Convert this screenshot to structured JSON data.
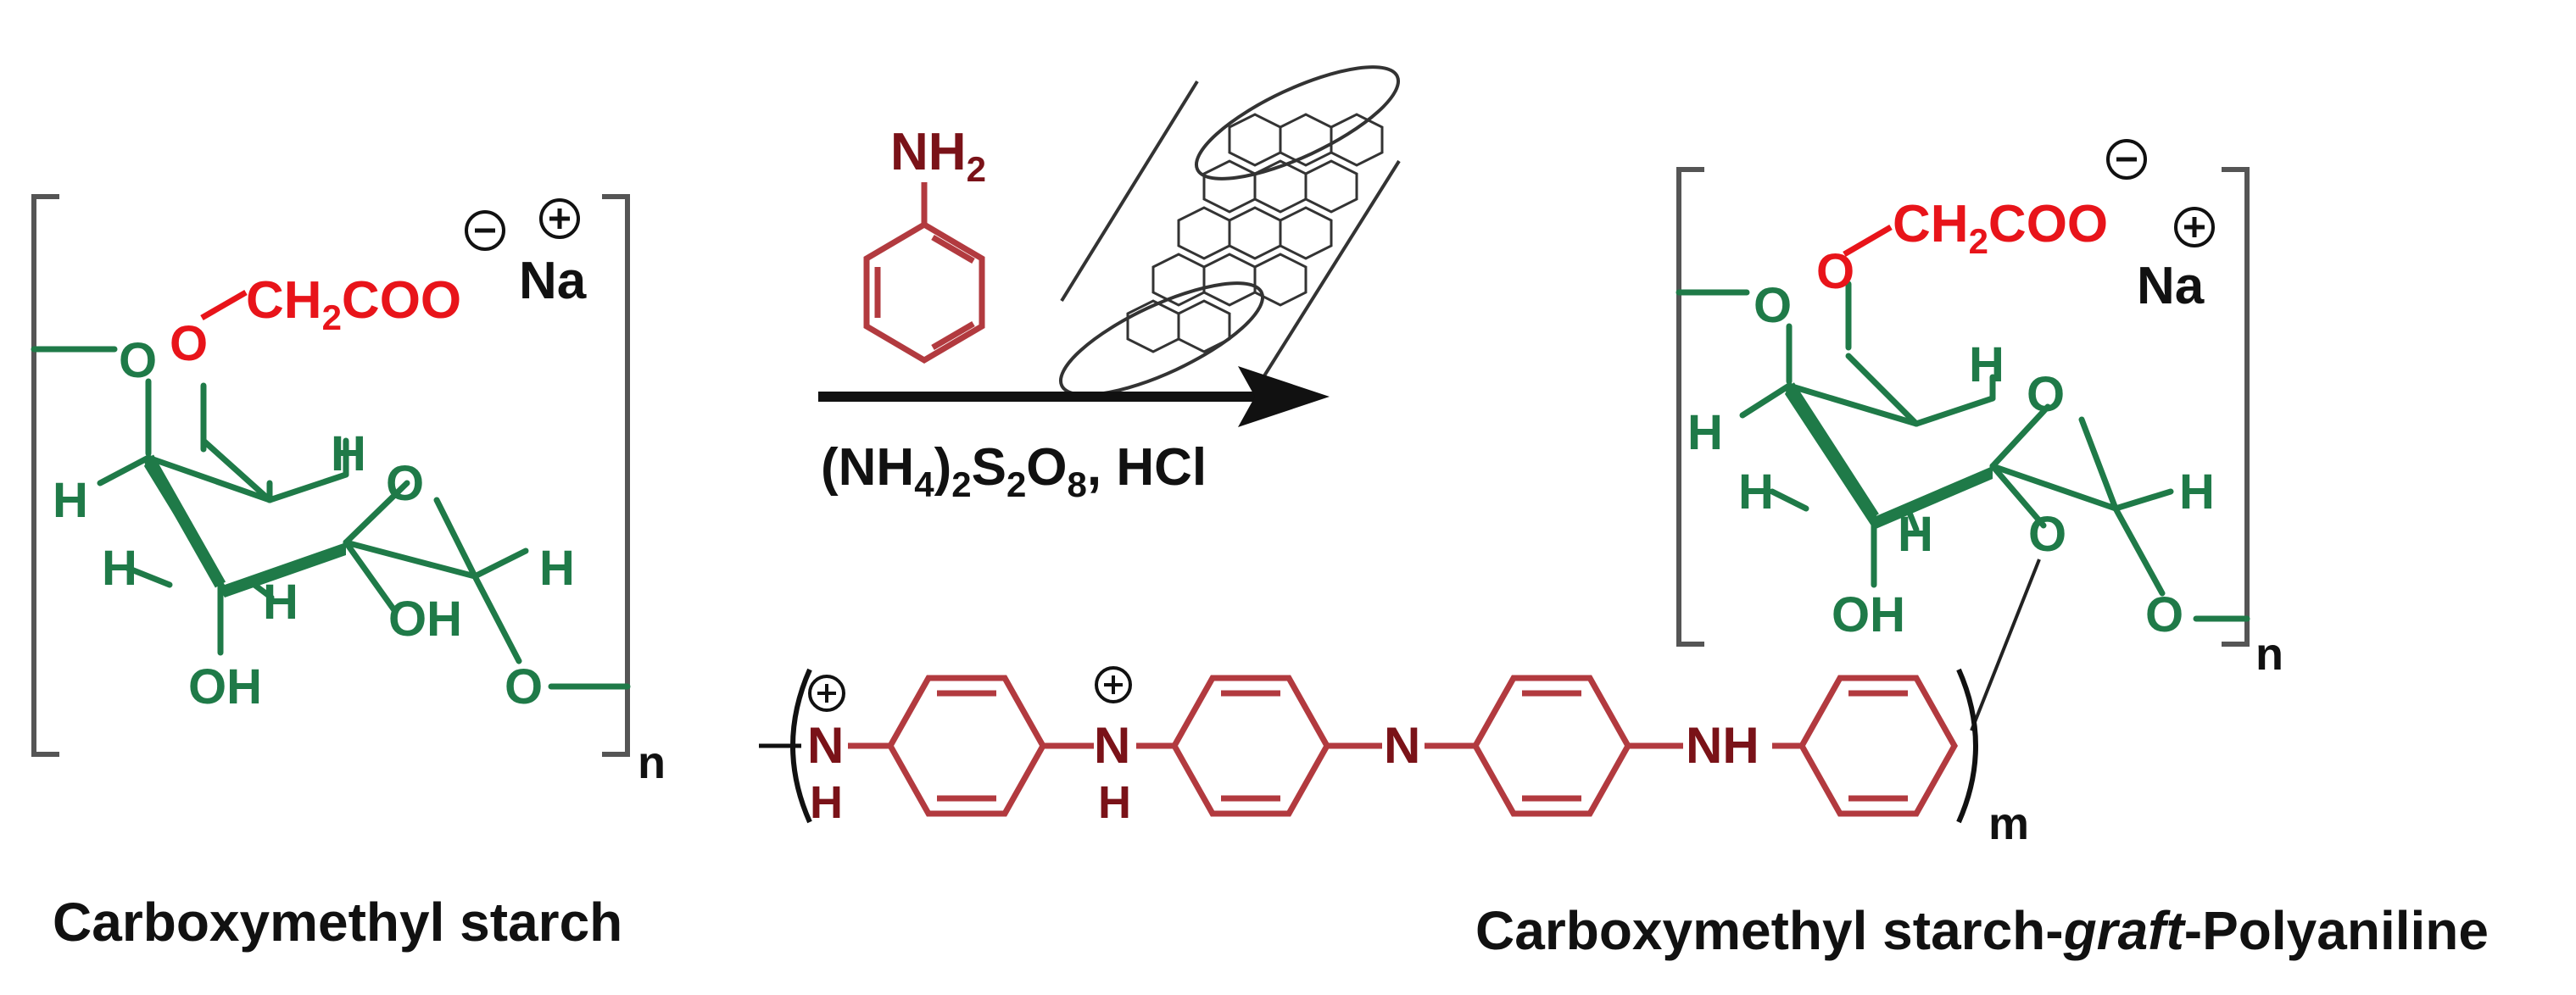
{
  "captions": {
    "left": "Carboxymethyl starch",
    "right_prefix": "Carboxymethyl starch-",
    "right_italic": "graft",
    "right_suffix": "-Polyaniline"
  },
  "reagents": {
    "amine_main": "NH",
    "amine_sub": "2",
    "conditions": {
      "p1": "(NH",
      "s1": "4",
      "p2": ")",
      "s2": "2",
      "p3": "S",
      "s3": "2",
      "p4": "O",
      "s4": "8",
      "p5": ", HCl"
    }
  },
  "starch": {
    "o": "O",
    "ch2coo_a": "CH",
    "ch2coo_sub": "2",
    "ch2coo_b": "COO",
    "na": "Na",
    "minus": "−",
    "plus": "+",
    "h": "H",
    "oh": "OH",
    "n": "n"
  },
  "polyaniline": {
    "n": "N",
    "nh": "NH",
    "h": "H",
    "plus": "+",
    "m": "m"
  },
  "colors": {
    "sugar": "#1f7a48",
    "carboxymethyl": "#e8141a",
    "aniline": "#7a1218",
    "ring_line": "#b23a3f",
    "bracket": "#555555",
    "text": "#111111"
  }
}
